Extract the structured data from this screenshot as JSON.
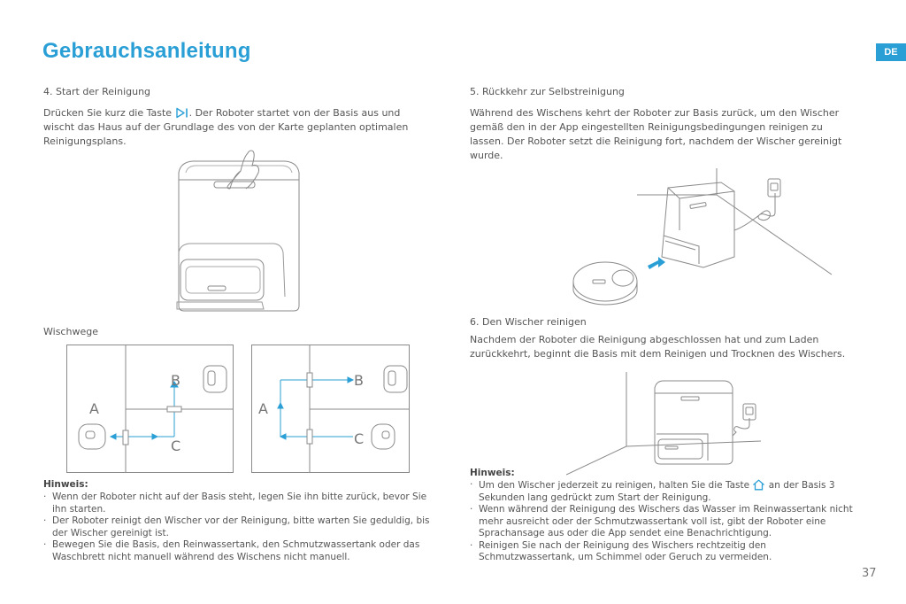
{
  "page": {
    "title": "Gebrauchsanleitung",
    "lang_badge": "DE",
    "page_number": "37"
  },
  "left": {
    "section4": {
      "heading": "4. Start der Reinigung",
      "text_before_icon": "Drücken Sie kurz die Taste",
      "icon": "play-pause-icon",
      "text_after_icon": ". Der Roboter startet von der Basis aus und wischt das Haus auf der Grundlage des von der Karte geplanten optimalen Reinigungsplans."
    },
    "wischwege": {
      "heading": "Wischwege",
      "diagram1_labels": {
        "a": "A",
        "b": "B",
        "c": "C"
      },
      "diagram2_labels": {
        "a": "A",
        "b": "B",
        "c": "C"
      }
    },
    "hinweis": {
      "title": "Hinweis:",
      "items": [
        "Wenn der Roboter nicht auf der Basis steht, legen Sie ihn bitte zurück, bevor Sie ihn starten.",
        "Der Roboter reinigt den Wischer vor der Reinigung, bitte warten Sie geduldig, bis der Wischer gereinigt ist.",
        "Bewegen Sie die Basis, den Reinwassertank, den Schmutzwassertank oder das Waschbrett nicht manuell während des Wischens nicht manuell."
      ]
    }
  },
  "right": {
    "section5": {
      "heading": "5. Rückkehr zur Selbstreinigung",
      "text": "Während des Wischens kehrt der Roboter zur Basis zurück, um den Wischer gemäß den in der App eingestellten Reinigungsbedingungen reinigen zu lassen. Der Roboter setzt die Reinigung fort, nachdem der Wischer gereinigt wurde."
    },
    "section6": {
      "heading": "6. Den Wischer reinigen",
      "text": "Nachdem der Roboter die Reinigung abgeschlossen hat und zum Laden zurückkehrt, beginnt die Basis mit dem Reinigen und Trocknen des Wischers."
    },
    "hinweis": {
      "title": "Hinweis:",
      "item1_before_icon": "Um den Wischer jederzeit zu reinigen, halten Sie die Taste",
      "item1_icon": "home-icon",
      "item1_after_icon": "an der Basis 3 Sekunden lang gedrückt zum Start der Reinigung.",
      "item2": "Wenn während der Reinigung des Wischers das Wasser im Reinwassertank nicht mehr ausreicht oder der Schmutzwassertank voll ist, gibt der Roboter eine Sprachansage aus oder die App sendet eine Benachrichtigung.",
      "item3": "Reinigen Sie nach der Reinigung des Wischers rechtzeitig den Schmutzwassertank, um Schimmel oder Geruch zu vermeiden."
    }
  },
  "colors": {
    "accent": "#2a9fd6",
    "text": "#555555",
    "line": "#8a8a8a"
  }
}
